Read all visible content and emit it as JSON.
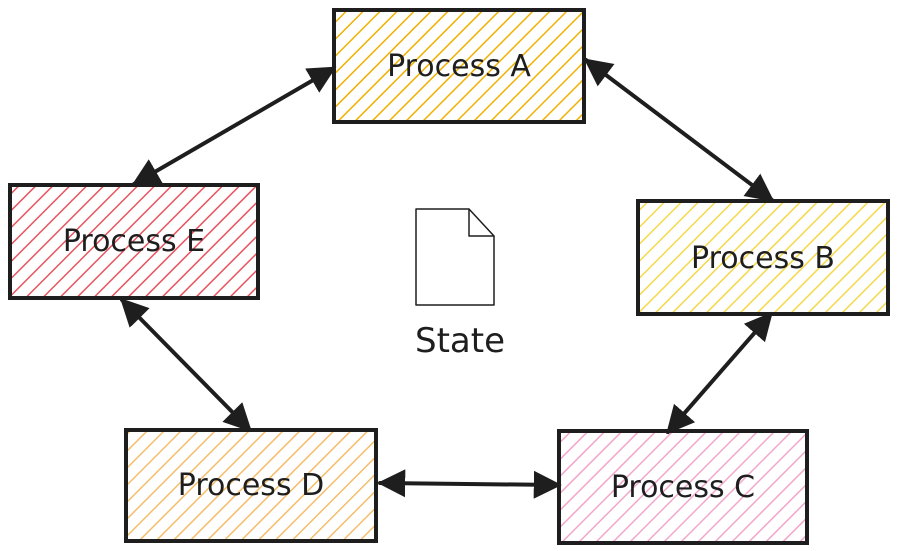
{
  "nodes": [
    {
      "id": "a",
      "label": "Process A",
      "color": "#f0b000"
    },
    {
      "id": "b",
      "label": "Process B",
      "color": "#f5d84a"
    },
    {
      "id": "c",
      "label": "Process C",
      "color": "#f2a6c9"
    },
    {
      "id": "d",
      "label": "Process D",
      "color": "#f5bd6a"
    },
    {
      "id": "e",
      "label": "Process E",
      "color": "#e8545e"
    }
  ],
  "center": {
    "label": "State",
    "icon": "document-icon"
  },
  "edges": [
    {
      "from": "a",
      "to": "e"
    },
    {
      "from": "a",
      "to": "b"
    },
    {
      "from": "b",
      "to": "c"
    },
    {
      "from": "c",
      "to": "d"
    },
    {
      "from": "d",
      "to": "e"
    }
  ],
  "colors": {
    "stroke": "#1e1e1e",
    "background": "#ffffff"
  }
}
